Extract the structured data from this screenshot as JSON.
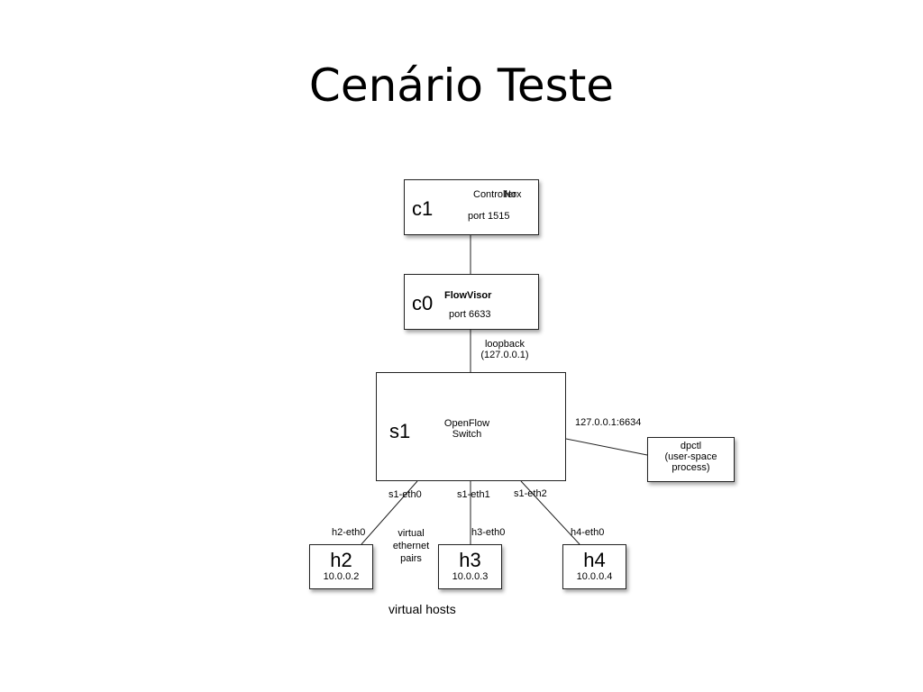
{
  "slide": {
    "title": "Cenário Teste"
  },
  "diagram": {
    "c1": {
      "id": "c1",
      "name": "Controller",
      "app": "Nox",
      "port": "port 1515"
    },
    "c0": {
      "id": "c0",
      "name": "FlowVisor",
      "port": "port 6633"
    },
    "link_c0_s1": {
      "line1": "loopback",
      "line2": "(127.0.0.1)"
    },
    "s1": {
      "id": "s1",
      "line1": "OpenFlow",
      "line2": "Switch"
    },
    "link_s1_dpctl": "127.0.0.1:6634",
    "dpctl": {
      "line1": "dpctl",
      "line2": "(user-space",
      "line3": "process)"
    },
    "s1_ports": [
      "s1-eth0",
      "s1-eth1",
      "s1-eth2"
    ],
    "host_ifaces": [
      "h2-eth0",
      "h3-eth0",
      "h4-eth0"
    ],
    "veth_note": {
      "line1": "virtual",
      "line2": "ethernet",
      "line3": "pairs"
    },
    "hosts": [
      {
        "id": "h2",
        "ip": "10.0.0.2"
      },
      {
        "id": "h3",
        "ip": "10.0.0.3"
      },
      {
        "id": "h4",
        "ip": "10.0.0.4"
      }
    ],
    "hosts_caption": "virtual hosts"
  }
}
